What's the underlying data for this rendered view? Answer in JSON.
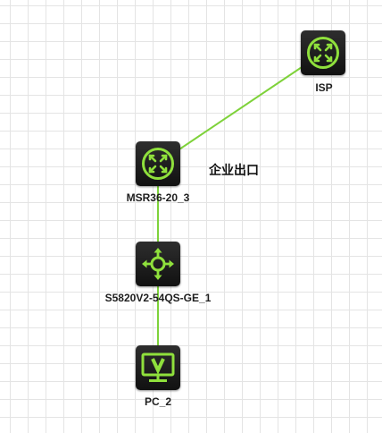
{
  "topology": {
    "link_color": "#7ed23a",
    "icon_color": "#8fe03c",
    "device_body_color": "#1c1c1c",
    "nodes": [
      {
        "id": "isp",
        "label": "ISP",
        "icon": "router-icon"
      },
      {
        "id": "msr",
        "label": "MSR36-20_3",
        "icon": "router-icon"
      },
      {
        "id": "switch",
        "label": "S5820V2-54QS-GE_1",
        "icon": "l3-switch-icon"
      },
      {
        "id": "pc",
        "label": "PC_2",
        "icon": "pc-monitor-icon"
      }
    ],
    "links": [
      {
        "from": "msr",
        "to": "isp"
      },
      {
        "from": "msr",
        "to": "switch"
      },
      {
        "from": "switch",
        "to": "pc"
      }
    ],
    "annotations": [
      {
        "text": "企业出口"
      }
    ]
  }
}
